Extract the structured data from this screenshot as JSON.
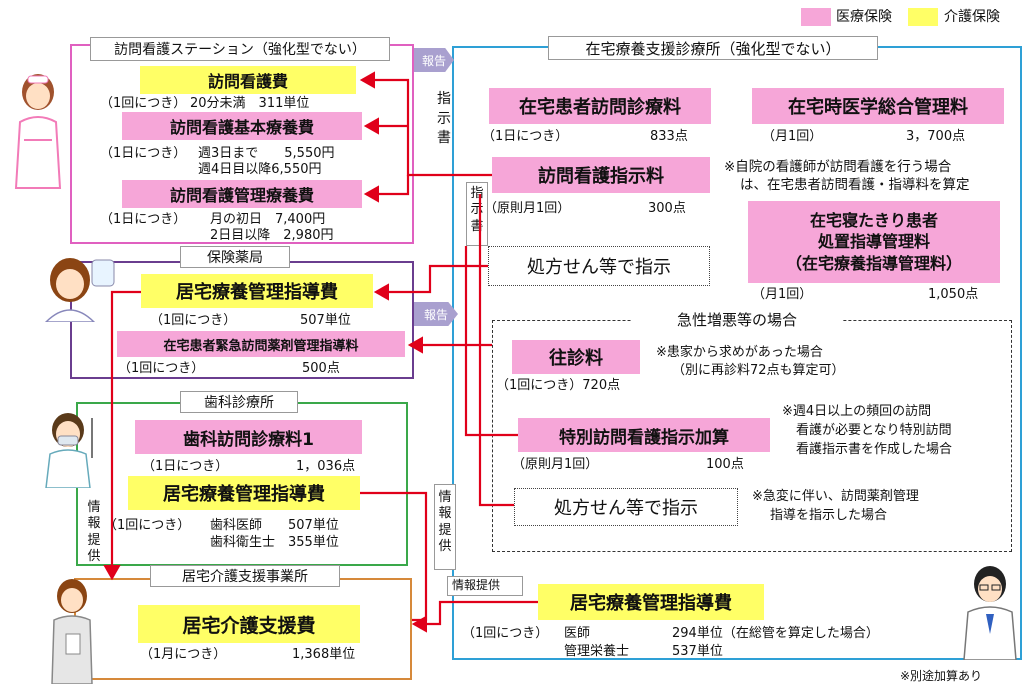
{
  "legend": {
    "medical": "医療保険",
    "care": "介護保険",
    "colors": {
      "medical": "#f6a6d8",
      "care": "#ffff66"
    }
  },
  "nursing_station": {
    "title": "訪問看護ステーション（強化型でない）",
    "fee1": {
      "name": "訪問看護費",
      "unit": "（1回につき）",
      "detail": "20分未満　311単位"
    },
    "fee2": {
      "name": "訪問看護基本療養費",
      "unit": "（1日につき）",
      "line1": "週3日まで　　5,550円",
      "line2": "週4日目以降6,550円"
    },
    "fee3": {
      "name": "訪問看護管理療養費",
      "unit": "（1日につき）",
      "line1": "月の初日　7,400円",
      "line2": "2日目以降　2,980円"
    }
  },
  "pharmacy": {
    "title": "保険薬局",
    "fee1": {
      "name": "居宅療養管理指導費",
      "unit": "（1回につき）",
      "value": "507単位"
    },
    "fee2": {
      "name": "在宅患者緊急訪問薬剤管理指導料",
      "unit": "（1回につき）",
      "value": "500点"
    }
  },
  "dental": {
    "title": "歯科診療所",
    "fee1": {
      "name": "歯科訪問診療料1",
      "unit": "（1日につき）",
      "value": "1，036点"
    },
    "fee2": {
      "name": "居宅療養管理指導費",
      "unit": "（1回につき）",
      "line1": "歯科医師　　507単位",
      "line2": "歯科衛生士　355単位"
    }
  },
  "care_support": {
    "title": "居宅介護支援事業所",
    "fee1": {
      "name": "居宅介護支援費",
      "unit": "（1月につき）",
      "value": "1,368単位"
    }
  },
  "clinic": {
    "title": "在宅療養支援診療所（強化型でない）",
    "visit_fee": {
      "name": "在宅患者訪問診療料",
      "unit": "（1日につき）",
      "value": "833点"
    },
    "general_fee": {
      "name": "在宅時医学総合管理料",
      "unit": "（月1回）",
      "value": "3，700点"
    },
    "nursing_order": {
      "name": "訪問看護指示料",
      "unit": "（原則月1回）",
      "value": "300点"
    },
    "note1_line1": "※自院の看護師が訪問看護を行う場合",
    "note1_line2": "は、在宅患者訪問看護・指導料を算定",
    "bedridden": {
      "line1": "在宅寝たきり患者",
      "line2": "処置指導管理料",
      "line3": "（在宅療養指導管理料）",
      "unit": "（月1回）",
      "value": "1,050点"
    },
    "prescription1": "処方せん等で指示",
    "emergency_title": "急性増悪等の場合",
    "house_call": {
      "name": "往診料",
      "unit": "（1回につき）720点",
      "note1": "※患家から求めがあった場合",
      "note2": "（別に再診料72点も算定可）"
    },
    "special_order": {
      "name": "特別訪問看護指示加算",
      "unit": "（原則月1回）",
      "value": "100点",
      "note1": "※週4日以上の頻回の訪問",
      "note2": "看護が必要となり特別訪問",
      "note3": "看護指示書を作成した場合"
    },
    "prescription2": "処方せん等で指示",
    "prescription2_note1": "※急変に伴い、訪問薬剤管理",
    "prescription2_note2": "指導を指示した場合",
    "home_fee": {
      "name": "居宅療養管理指導費",
      "unit": "（1回につき）",
      "doctor": "医師",
      "doctor_value": "294単位（在総管を算定した場合）",
      "dietitian": "管理栄養士",
      "dietitian_value": "537単位"
    }
  },
  "labels": {
    "report1": "報告",
    "report2": "報告",
    "order_doc1": "指示書",
    "order_doc2": "指示書",
    "info1": "情報提供",
    "info2": "情報提供",
    "info3": "情報提供"
  },
  "footnote": "※別途加算あり"
}
